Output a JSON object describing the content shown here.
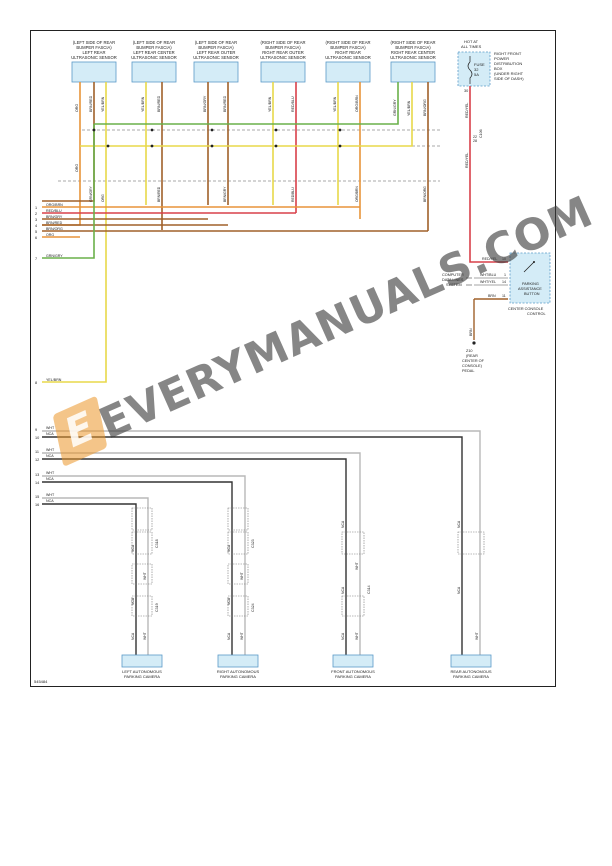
{
  "diagram_id": "545484",
  "watermark": "EVERYMANUALS.COM",
  "watermark_logo": "E",
  "colors": {
    "wire_orange": "#e8943a",
    "wire_yellow": "#e8d94a",
    "wire_brown": "#a0602a",
    "wire_red": "#d8404a",
    "wire_green": "#6ab04a",
    "wire_white": "#b8b8b8",
    "wire_black": "#333333",
    "component_fill": "#d4ecf7",
    "component_stroke": "#5a9ac8"
  },
  "sensors": [
    {
      "l1": "(LEFT SIDE OF REAR",
      "l2": "BUMPER FASCIA)",
      "l3": "LEFT REAR",
      "l4": "ULTRASONIC SENSOR"
    },
    {
      "l1": "(LEFT SIDE OF REAR",
      "l2": "BUMPER FASCIA)",
      "l3": "LEFT REAR CENTER",
      "l4": "ULTRASONIC SENSOR"
    },
    {
      "l1": "(LEFT SIDE OF REAR",
      "l2": "BUMPER FASCIA)",
      "l3": "LEFT REAR OUTER",
      "l4": "ULTRASONIC SENSOR"
    },
    {
      "l1": "(RIGHT SIDE OF REAR",
      "l2": "BUMPER FASCIA)",
      "l3": "RIGHT REAR OUTER",
      "l4": "ULTRASONIC SENSOR"
    },
    {
      "l1": "(RIGHT SIDE OF REAR",
      "l2": "BUMPER FASCIA)",
      "l3": "RIGHT REAR",
      "l4": "ULTRASONIC SENSOR"
    },
    {
      "l1": "(RIGHT SIDE OF REAR",
      "l2": "BUMPER FASCIA)",
      "l3": "RIGHT REAR CENTER",
      "l4": "ULTRASONIC SENSOR"
    }
  ],
  "sensor_wires": [
    {
      "a": "ORG",
      "b": "BRN/RED",
      "a2": "ORG",
      "b2": "YEL/BRN"
    },
    {
      "a": "YEL/BRN",
      "b": "BRN/RED"
    },
    {
      "a": "BRN/GRY",
      "b": "BRN/RED"
    },
    {
      "a": "YEL/BRN",
      "b": "RED/BLU"
    },
    {
      "a": "YEL/BRN",
      "b": "ORG/BRN"
    },
    {
      "a": "GRN/GRY",
      "b": "YEL/BRN",
      "c": "BRN/ORG"
    }
  ],
  "left_block_labels": [
    "ORG",
    "GRN/GRY",
    "BRN/GRY",
    "BRN/RED",
    "BRN/RED",
    "RED/BLU",
    "ORG/BRN",
    "BRN/ORG"
  ],
  "bus_wires": [
    {
      "pin": "1",
      "label": "ORG/BRN"
    },
    {
      "pin": "2",
      "label": "RED/BLU"
    },
    {
      "pin": "3",
      "label": "BRN/GRY"
    },
    {
      "pin": "4",
      "label": "BRN/RED"
    },
    {
      "pin": "5",
      "label": "BRN/ORG"
    },
    {
      "pin": "6",
      "label": "ORG"
    },
    {
      "pin": "7",
      "label": "GRN/GRY"
    },
    {
      "pin": "8",
      "label": "YEL/BRN"
    }
  ],
  "fuse_box": {
    "l1": "HOT AT",
    "l2": "ALL TIMES",
    "fuse_label": "FUSE",
    "fuse_num": "32",
    "fuse_amp": "5A",
    "desc1": "RIGHT FRONT",
    "desc2": "POWER",
    "desc3": "DISTRIBUTION",
    "desc4": "BOX",
    "desc5": "(UNDER RIGHT",
    "desc6": "SIDE OF DASH)",
    "pin": "30"
  },
  "power_wire": {
    "label": "RED/YEL",
    "conn": "C106",
    "pin1": "22",
    "pin2": "28"
  },
  "parking_button": {
    "l1": "PARKING",
    "l2": "ASSISTANCE",
    "l3": "BUTTON",
    "d1": "CENTER CONSOLE",
    "d2": "CONTROL",
    "w1": "RED/YEL",
    "p1": "10",
    "w2": "WHT/BLU",
    "p2": "1",
    "w3": "WHT/YEL",
    "p3": "14",
    "w4": "BRN",
    "p4": "11"
  },
  "data_link": {
    "l1": "COMPUTER",
    "l2": "DATA LINES",
    "l3": "SYSTEM"
  },
  "ground": {
    "wire": "BRN",
    "l1": "Z10",
    "l2": "(REAR",
    "l3": "CENTER OF",
    "l4": "CONSOLE)",
    "l5": "PEDAL"
  },
  "camera_bus": [
    {
      "pin": "9",
      "label": "WHT"
    },
    {
      "pin": "10",
      "label": "NCA"
    },
    {
      "pin": "11",
      "label": "WHT"
    },
    {
      "pin": "12",
      "label": "NCA"
    },
    {
      "pin": "13",
      "label": "WHT"
    },
    {
      "pin": "14",
      "label": "NCA"
    },
    {
      "pin": "15",
      "label": "WHT"
    },
    {
      "pin": "16",
      "label": "NCA"
    }
  ],
  "cameras": [
    {
      "l1": "LEFT AUTONOMOUS",
      "l2": "PARKING CAMERA",
      "c1": "C318",
      "c2": "C319",
      "w1": "NCA",
      "w2": "WHT"
    },
    {
      "l1": "RIGHT AUTONOMOUS",
      "l2": "PARKING CAMERA",
      "c1": "C323",
      "c2": "C324",
      "w1": "NCA",
      "w2": "WHT"
    },
    {
      "l1": "FRONT AUTONOMOUS",
      "l2": "PARKING CAMERA",
      "c1": "C314",
      "c2": "",
      "w1": "NCA",
      "w2": "WHT"
    },
    {
      "l1": "REAR AUTONOMOUS",
      "l2": "PARKING CAMERA",
      "c1": "",
      "c2": "",
      "w1": "NCA",
      "w2": "WHT"
    }
  ]
}
